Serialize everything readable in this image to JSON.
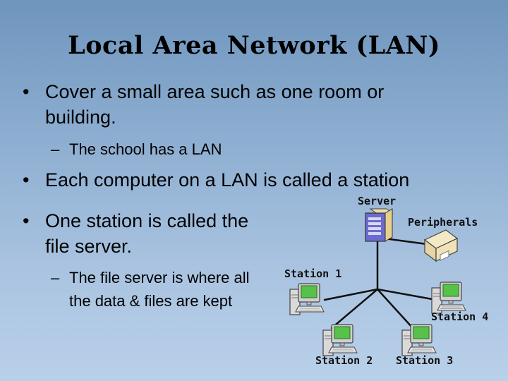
{
  "title": "Local Area Network (LAN)",
  "bullets": [
    {
      "text": "Cover a small area such as one room or building."
    },
    {
      "sub": "The school has a LAN"
    },
    {
      "text": "Each computer on a LAN is called a station"
    },
    {
      "text": "One station is called the file server."
    },
    {
      "sub": "The file server is where all the data & files are kept"
    }
  ],
  "diagram": {
    "server": "Server",
    "peripherals": "Peripherals",
    "station1": "Station 1",
    "station2": "Station 2",
    "station3": "Station 3",
    "station4": "Station 4"
  }
}
